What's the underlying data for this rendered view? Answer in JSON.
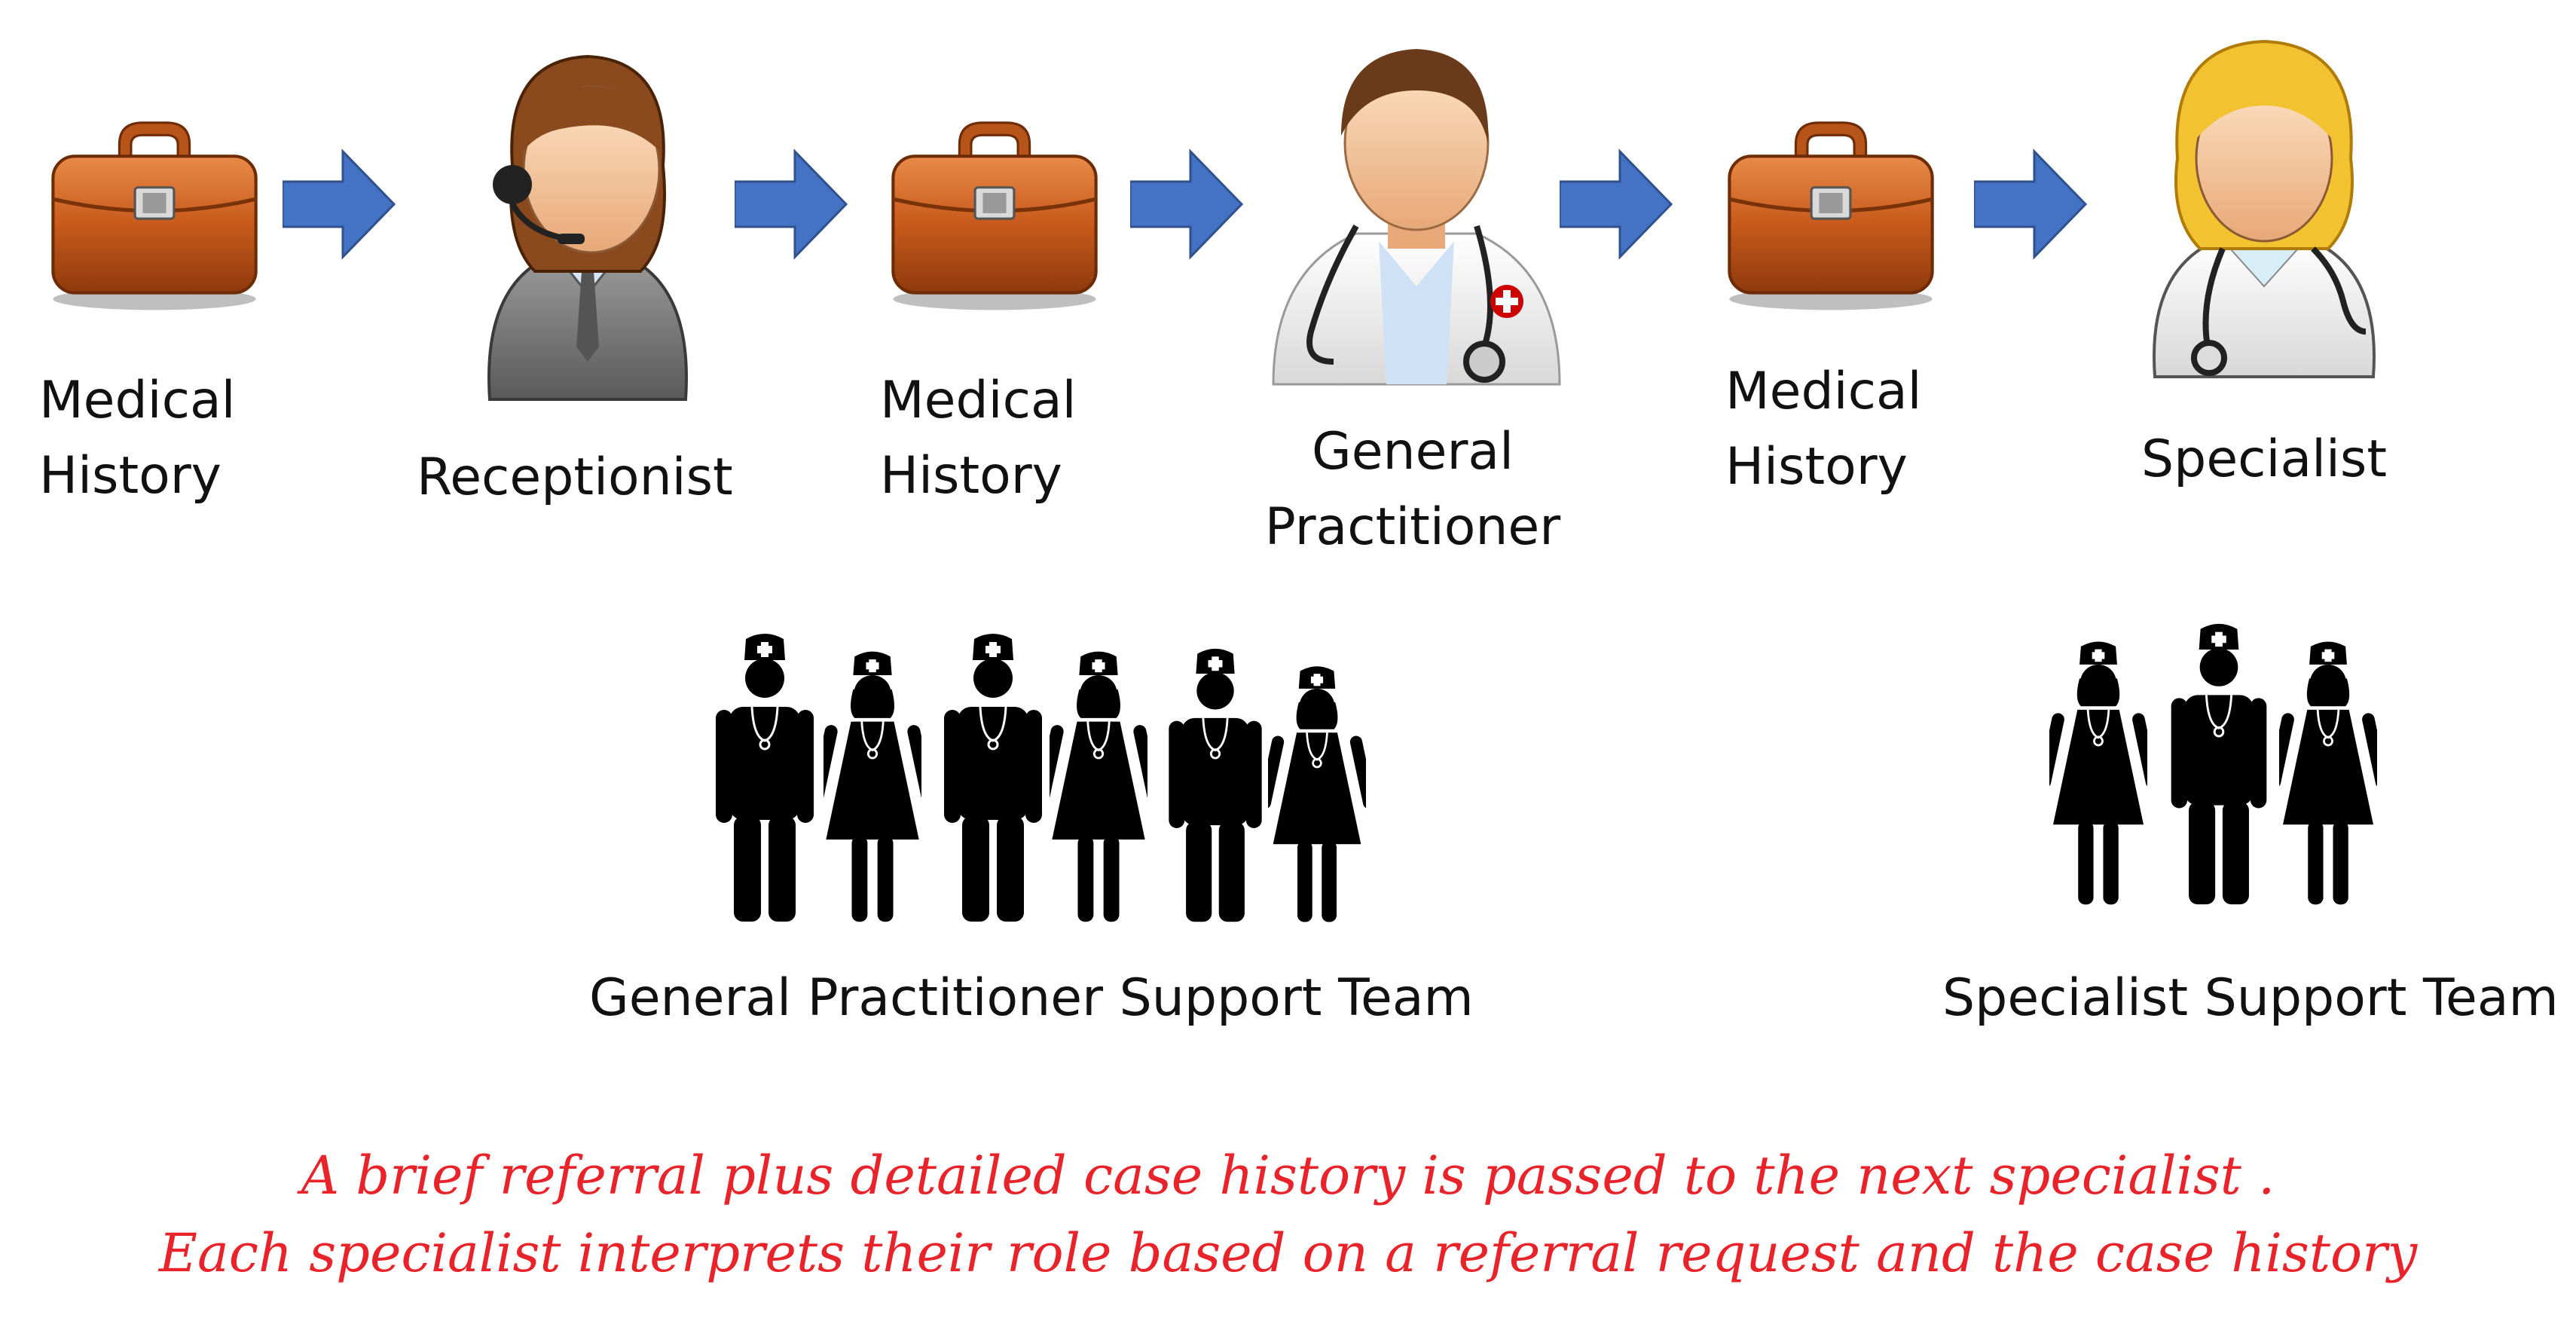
{
  "flow": {
    "steps": [
      {
        "kind": "document",
        "label_line1": "Medical",
        "label_line2": "History"
      },
      {
        "kind": "person",
        "label": "Receptionist"
      },
      {
        "kind": "document",
        "label_line1": "Medical",
        "label_line2": "History"
      },
      {
        "kind": "person",
        "label_line1": "General",
        "label_line2": "Practitioner"
      },
      {
        "kind": "document",
        "label_line1": "Medical",
        "label_line2": "History"
      },
      {
        "kind": "person",
        "label": "Specialist"
      }
    ],
    "arrow_color": "#4472c4"
  },
  "teams": {
    "gp_team_label": "General Practitioner Support Team",
    "specialist_team_label": "Specialist Support Team"
  },
  "note": {
    "line1": "A brief referral plus detailed case history is passed to the next specialist .",
    "line2": "Each specialist interprets their role based on a referral request and the case history",
    "color": "#e8232a"
  },
  "icons": {
    "briefcase": "briefcase-icon",
    "arrow": "right-arrow-icon",
    "receptionist": "receptionist-headset-icon",
    "doctor": "doctor-stethoscope-icon",
    "nurse_male": "male-nurse-icon",
    "nurse_female": "female-nurse-icon"
  }
}
